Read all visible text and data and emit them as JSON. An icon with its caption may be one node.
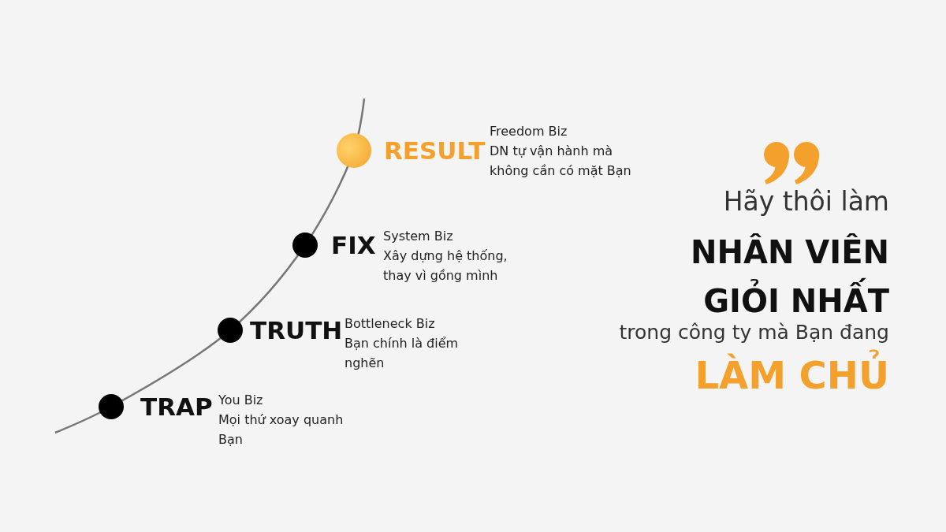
{
  "diagram": {
    "nodes": [
      {
        "text": [
          "RESULT",
          "Freedom Biz",
          "DN tự vận hành mà không cần có mặt Bạn"
        ]
      },
      {
        "text": [
          "FIX",
          "System Biz",
          "Xây dựng hệ thống, thay vì gồng mình"
        ]
      },
      {
        "text": [
          "TRUTH",
          "Bottleneck Biz",
          "Bạn chính là điểm nghẽn"
        ]
      },
      {
        "text": [
          "TRAP",
          "You Biz",
          "Mọi thứ xoay quanh Bạn"
        ]
      }
    ],
    "labels": [
      "Hãy thôi làm",
      "NHÂN VIÊN",
      "GIỎI NHẤT",
      "trong công ty mà Bạn đang",
      "LÀM CHỦ"
    ]
  }
}
